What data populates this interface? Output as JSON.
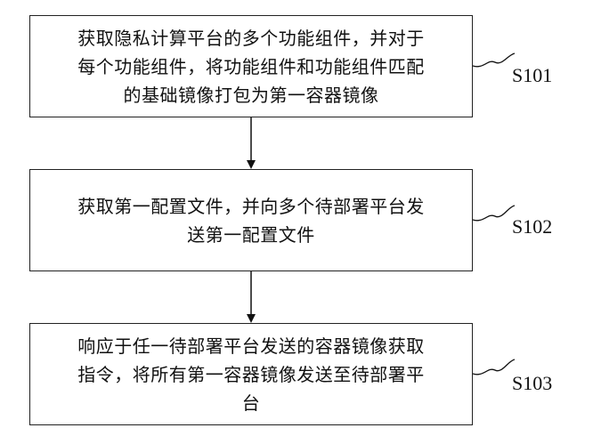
{
  "steps": [
    {
      "id": "S101",
      "lines": [
        "获取隐私计算平台的多个功能组件，并对于",
        "每个功能组件，将功能组件和功能组件匹配",
        "的基础镜像打包为第一容器镜像"
      ]
    },
    {
      "id": "S102",
      "lines": [
        "获取第一配置文件，并向多个待部署平台发",
        "送第一配置文件"
      ]
    },
    {
      "id": "S103",
      "lines": [
        "响应于任一待部署平台发送的容器镜像获取",
        "指令，将所有第一容器镜像发送至待部署平",
        "台"
      ]
    }
  ]
}
